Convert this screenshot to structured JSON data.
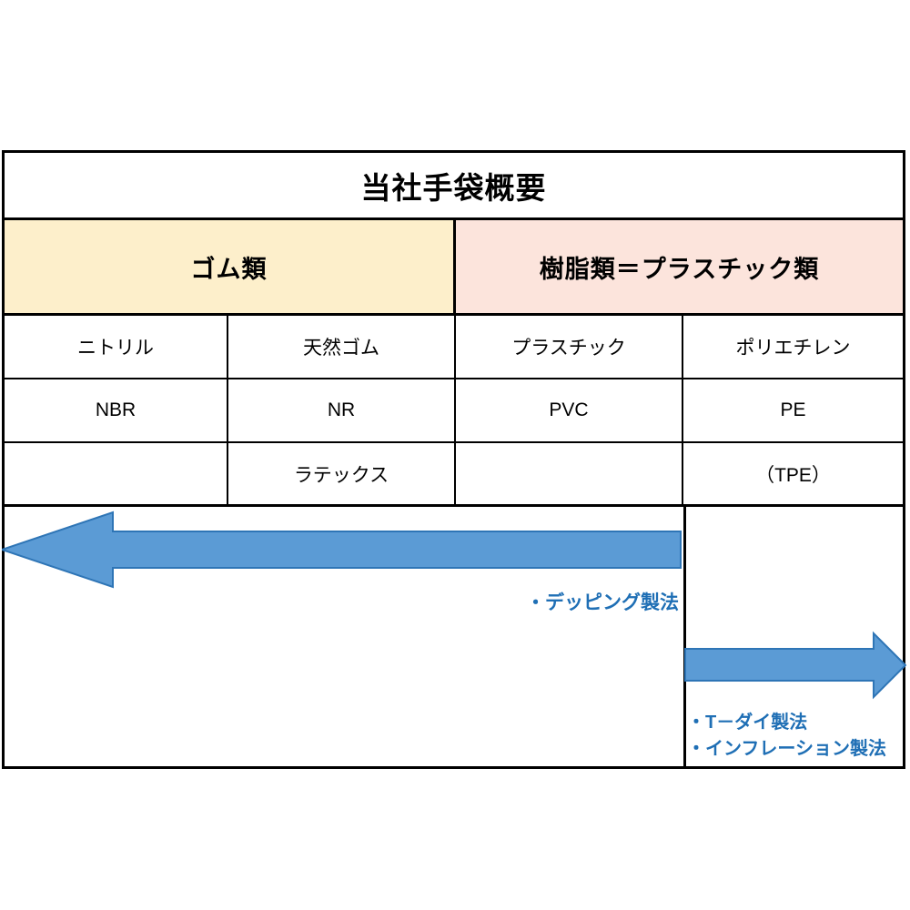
{
  "diagram": {
    "title": "当社手袋概要",
    "categories": [
      {
        "label": "ゴム類",
        "color": "#FDEFCB"
      },
      {
        "label": "樹脂類＝プラスチック類",
        "color": "#FCE4DC"
      }
    ],
    "columns": [
      {
        "name": "ニトリル",
        "abbr": "NBR",
        "extra": ""
      },
      {
        "name": "天然ゴム",
        "abbr": "NR",
        "extra": "ラテックス"
      },
      {
        "name": "プラスチック",
        "abbr": "PVC",
        "extra": ""
      },
      {
        "name": "ポリエチレン",
        "abbr": "PE",
        "extra": "（TPE）"
      }
    ],
    "arrows": [
      {
        "name": "dipping-process-arrow",
        "direction": "left",
        "color": "#5B9BD5",
        "stroke": "#2E75B6",
        "label": "・デッピング製法"
      },
      {
        "name": "extrusion-process-arrow",
        "direction": "right",
        "color": "#5B9BD5",
        "stroke": "#2E75B6",
        "labels": [
          "・T－ダイ製法",
          "・インフレーション製法"
        ]
      }
    ],
    "annotations": {
      "dipping": "・デッピング製法",
      "t_die": "・T－ダイ製法",
      "inflation": "・インフレーション製法"
    },
    "colors": {
      "arrow_fill": "#5B9BD5",
      "arrow_stroke": "#2E75B6",
      "annotation_text": "#1F6FB5",
      "border": "#000000",
      "background": "#FFFFFF"
    }
  }
}
